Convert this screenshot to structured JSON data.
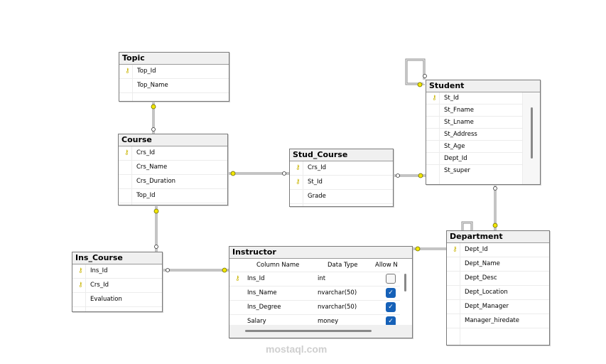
{
  "tables": {
    "topic": {
      "title": "Topic",
      "columns": [
        {
          "name": "Top_Id",
          "key": true
        },
        {
          "name": "Top_Name",
          "key": false
        }
      ]
    },
    "course": {
      "title": "Course",
      "columns": [
        {
          "name": "Crs_Id",
          "key": true
        },
        {
          "name": "Crs_Name"
        },
        {
          "name": "Crs_Duration"
        },
        {
          "name": "Top_Id"
        }
      ]
    },
    "stud_course": {
      "title": "Stud_Course",
      "columns": [
        {
          "name": "Crs_Id",
          "key": true
        },
        {
          "name": "St_Id",
          "key": true
        },
        {
          "name": "Grade"
        }
      ]
    },
    "student": {
      "title": "Student",
      "columns": [
        {
          "name": "St_Id",
          "key": true
        },
        {
          "name": "St_Fname"
        },
        {
          "name": "St_Lname"
        },
        {
          "name": "St_Address"
        },
        {
          "name": "St_Age"
        },
        {
          "name": "Dept_Id"
        },
        {
          "name": "St_super"
        }
      ]
    },
    "ins_course": {
      "title": "Ins_Course",
      "columns": [
        {
          "name": "Ins_Id",
          "key": true
        },
        {
          "name": "Crs_Id",
          "key": true
        },
        {
          "name": "Evaluation"
        }
      ]
    },
    "instructor": {
      "title": "Instructor",
      "headers": [
        "Column Name",
        "Data Type",
        "Allow N"
      ],
      "columns": [
        {
          "name": "Ins_Id",
          "type": "int",
          "allow_null": false,
          "key": true
        },
        {
          "name": "Ins_Name",
          "type": "nvarchar(50)",
          "allow_null": true
        },
        {
          "name": "Ins_Degree",
          "type": "nvarchar(50)",
          "allow_null": true
        },
        {
          "name": "Salary",
          "type": "money",
          "allow_null": true
        }
      ]
    },
    "department": {
      "title": "Department",
      "columns": [
        {
          "name": "Dept_Id",
          "key": true
        },
        {
          "name": "Dept_Name"
        },
        {
          "name": "Dept_Desc"
        },
        {
          "name": "Dept_Location"
        },
        {
          "name": "Dept_Manager"
        },
        {
          "name": "Manager_hiredate"
        }
      ]
    }
  },
  "watermark": "mostaql.com",
  "colors": {
    "key": "#c9b400",
    "checkbox": "#1661b8",
    "line": "#8a8a8a"
  },
  "icons": {
    "key": "key-icon",
    "check": "check-icon"
  }
}
